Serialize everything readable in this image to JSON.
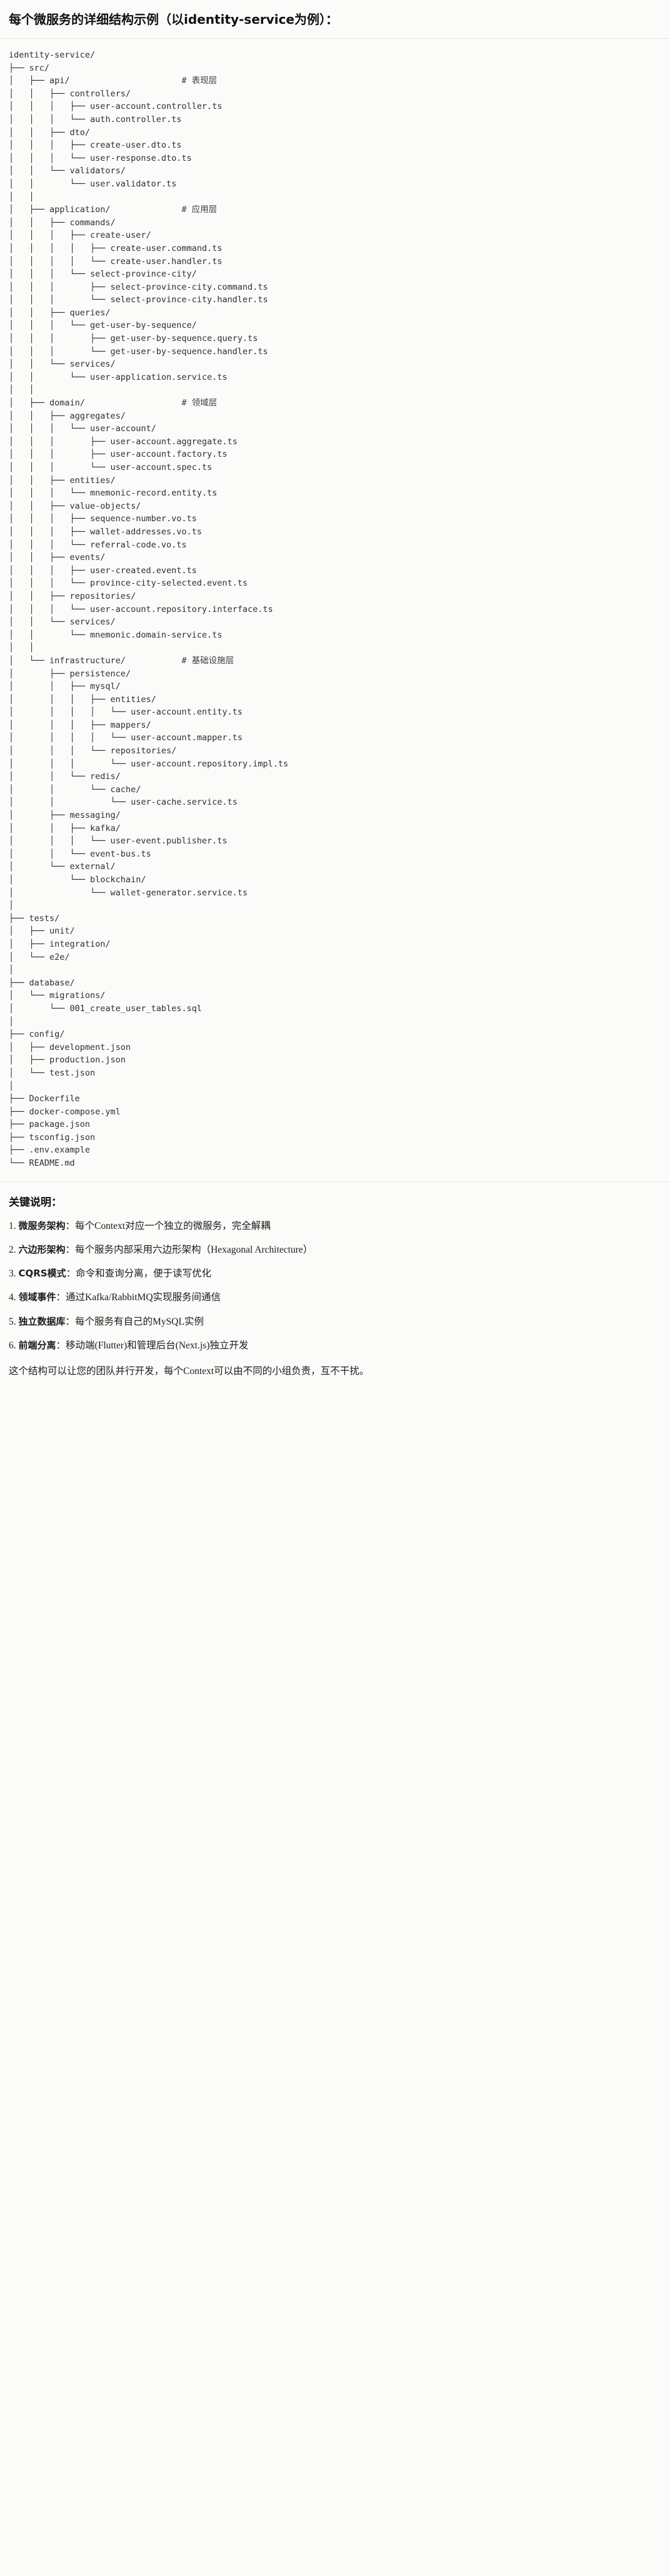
{
  "header": {
    "title": "每个微服务的详细结构示例（以identity-service为例）："
  },
  "tree": {
    "root": "identity-service/",
    "comment_column": 34,
    "lines": [
      {
        "text": "identity-service/",
        "comment": ""
      },
      {
        "text": "├── src/",
        "comment": ""
      },
      {
        "text": "│   ├── api/",
        "comment": "# 表现层"
      },
      {
        "text": "│   │   ├── controllers/",
        "comment": ""
      },
      {
        "text": "│   │   │   ├── user-account.controller.ts",
        "comment": ""
      },
      {
        "text": "│   │   │   └── auth.controller.ts",
        "comment": ""
      },
      {
        "text": "│   │   ├── dto/",
        "comment": ""
      },
      {
        "text": "│   │   │   ├── create-user.dto.ts",
        "comment": ""
      },
      {
        "text": "│   │   │   └── user-response.dto.ts",
        "comment": ""
      },
      {
        "text": "│   │   └── validators/",
        "comment": ""
      },
      {
        "text": "│   │       └── user.validator.ts",
        "comment": ""
      },
      {
        "text": "│   │",
        "comment": ""
      },
      {
        "text": "│   ├── application/",
        "comment": "# 应用层"
      },
      {
        "text": "│   │   ├── commands/",
        "comment": ""
      },
      {
        "text": "│   │   │   ├── create-user/",
        "comment": ""
      },
      {
        "text": "│   │   │   │   ├── create-user.command.ts",
        "comment": ""
      },
      {
        "text": "│   │   │   │   └── create-user.handler.ts",
        "comment": ""
      },
      {
        "text": "│   │   │   └── select-province-city/",
        "comment": ""
      },
      {
        "text": "│   │   │       ├── select-province-city.command.ts",
        "comment": ""
      },
      {
        "text": "│   │   │       └── select-province-city.handler.ts",
        "comment": ""
      },
      {
        "text": "│   │   ├── queries/",
        "comment": ""
      },
      {
        "text": "│   │   │   └── get-user-by-sequence/",
        "comment": ""
      },
      {
        "text": "│   │   │       ├── get-user-by-sequence.query.ts",
        "comment": ""
      },
      {
        "text": "│   │   │       └── get-user-by-sequence.handler.ts",
        "comment": ""
      },
      {
        "text": "│   │   └── services/",
        "comment": ""
      },
      {
        "text": "│   │       └── user-application.service.ts",
        "comment": ""
      },
      {
        "text": "│   │",
        "comment": ""
      },
      {
        "text": "│   ├── domain/",
        "comment": "# 领域层"
      },
      {
        "text": "│   │   ├── aggregates/",
        "comment": ""
      },
      {
        "text": "│   │   │   └── user-account/",
        "comment": ""
      },
      {
        "text": "│   │   │       ├── user-account.aggregate.ts",
        "comment": ""
      },
      {
        "text": "│   │   │       ├── user-account.factory.ts",
        "comment": ""
      },
      {
        "text": "│   │   │       └── user-account.spec.ts",
        "comment": ""
      },
      {
        "text": "│   │   ├── entities/",
        "comment": ""
      },
      {
        "text": "│   │   │   └── mnemonic-record.entity.ts",
        "comment": ""
      },
      {
        "text": "│   │   ├── value-objects/",
        "comment": ""
      },
      {
        "text": "│   │   │   ├── sequence-number.vo.ts",
        "comment": ""
      },
      {
        "text": "│   │   │   ├── wallet-addresses.vo.ts",
        "comment": ""
      },
      {
        "text": "│   │   │   └── referral-code.vo.ts",
        "comment": ""
      },
      {
        "text": "│   │   ├── events/",
        "comment": ""
      },
      {
        "text": "│   │   │   ├── user-created.event.ts",
        "comment": ""
      },
      {
        "text": "│   │   │   └── province-city-selected.event.ts",
        "comment": ""
      },
      {
        "text": "│   │   ├── repositories/",
        "comment": ""
      },
      {
        "text": "│   │   │   └── user-account.repository.interface.ts",
        "comment": ""
      },
      {
        "text": "│   │   └── services/",
        "comment": ""
      },
      {
        "text": "│   │       └── mnemonic.domain-service.ts",
        "comment": ""
      },
      {
        "text": "│   │",
        "comment": ""
      },
      {
        "text": "│   └── infrastructure/",
        "comment": "# 基础设施层"
      },
      {
        "text": "│       ├── persistence/",
        "comment": ""
      },
      {
        "text": "│       │   ├── mysql/",
        "comment": ""
      },
      {
        "text": "│       │   │   ├── entities/",
        "comment": ""
      },
      {
        "text": "│       │   │   │   └── user-account.entity.ts",
        "comment": ""
      },
      {
        "text": "│       │   │   ├── mappers/",
        "comment": ""
      },
      {
        "text": "│       │   │   │   └── user-account.mapper.ts",
        "comment": ""
      },
      {
        "text": "│       │   │   └── repositories/",
        "comment": ""
      },
      {
        "text": "│       │   │       └── user-account.repository.impl.ts",
        "comment": ""
      },
      {
        "text": "│       │   └── redis/",
        "comment": ""
      },
      {
        "text": "│       │       └── cache/",
        "comment": ""
      },
      {
        "text": "│       │           └── user-cache.service.ts",
        "comment": ""
      },
      {
        "text": "│       ├── messaging/",
        "comment": ""
      },
      {
        "text": "│       │   ├── kafka/",
        "comment": ""
      },
      {
        "text": "│       │   │   └── user-event.publisher.ts",
        "comment": ""
      },
      {
        "text": "│       │   └── event-bus.ts",
        "comment": ""
      },
      {
        "text": "│       └── external/",
        "comment": ""
      },
      {
        "text": "│           └── blockchain/",
        "comment": ""
      },
      {
        "text": "│               └── wallet-generator.service.ts",
        "comment": ""
      },
      {
        "text": "│",
        "comment": ""
      },
      {
        "text": "├── tests/",
        "comment": ""
      },
      {
        "text": "│   ├── unit/",
        "comment": ""
      },
      {
        "text": "│   ├── integration/",
        "comment": ""
      },
      {
        "text": "│   └── e2e/",
        "comment": ""
      },
      {
        "text": "│",
        "comment": ""
      },
      {
        "text": "├── database/",
        "comment": ""
      },
      {
        "text": "│   └── migrations/",
        "comment": ""
      },
      {
        "text": "│       └── 001_create_user_tables.sql",
        "comment": ""
      },
      {
        "text": "│",
        "comment": ""
      },
      {
        "text": "├── config/",
        "comment": ""
      },
      {
        "text": "│   ├── development.json",
        "comment": ""
      },
      {
        "text": "│   ├── production.json",
        "comment": ""
      },
      {
        "text": "│   └── test.json",
        "comment": ""
      },
      {
        "text": "│",
        "comment": ""
      },
      {
        "text": "├── Dockerfile",
        "comment": ""
      },
      {
        "text": "├── docker-compose.yml",
        "comment": ""
      },
      {
        "text": "├── package.json",
        "comment": ""
      },
      {
        "text": "├── tsconfig.json",
        "comment": ""
      },
      {
        "text": "├── .env.example",
        "comment": ""
      },
      {
        "text": "└── README.md",
        "comment": ""
      }
    ]
  },
  "notes": {
    "heading": "关键说明：",
    "items": [
      {
        "label": "微服务架构",
        "sep": "：",
        "desc": "每个Context对应一个独立的微服务，完全解耦"
      },
      {
        "label": "六边形架构",
        "sep": "：",
        "desc": "每个服务内部采用六边形架构（Hexagonal Architecture）"
      },
      {
        "label": "CQRS模式",
        "sep": "：",
        "desc": "命令和查询分离，便于读写优化"
      },
      {
        "label": "领域事件",
        "sep": "：",
        "desc": "通过Kafka/RabbitMQ实现服务间通信"
      },
      {
        "label": "独立数据库",
        "sep": "：",
        "desc": "每个服务有自己的MySQL实例"
      },
      {
        "label": "前端分离",
        "sep": "：",
        "desc": "移动端(Flutter)和管理后台(Next.js)独立开发"
      }
    ],
    "closing": "这个结构可以让您的团队并行开发，每个Context可以由不同的小组负责，互不干扰。"
  },
  "colors": {
    "page_bg": "#fbfbf9",
    "text": "#1b1b1b",
    "mono_text": "#2c2f33",
    "divider": "#e6e4df"
  }
}
